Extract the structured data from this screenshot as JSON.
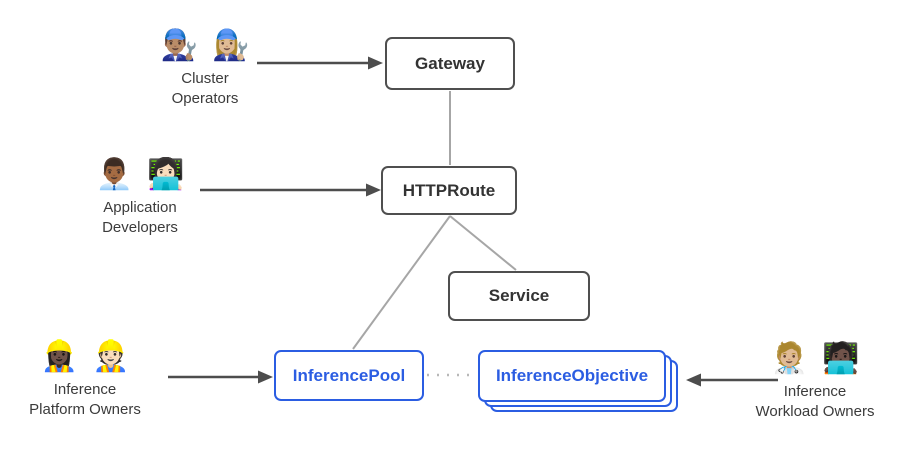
{
  "diagram": {
    "type": "architecture-flowchart",
    "subject": "Gateway API inference extension resource model"
  },
  "personas": {
    "cluster_operators": {
      "emoji": "👨🏽‍🔧 👩🏼‍🔧",
      "line1": "Cluster",
      "line2": "Operators",
      "points_to": "Gateway"
    },
    "application_developers": {
      "emoji": "👨🏾‍💼 👩🏻‍💻",
      "line1": "Application",
      "line2": "Developers",
      "points_to": "HTTPRoute"
    },
    "inference_platform_owners": {
      "emoji": "👷🏿‍♀️ 👷🏻",
      "line1": "Inference",
      "line2": "Platform Owners",
      "points_to": "InferencePool"
    },
    "inference_workload_owners": {
      "emoji": "🧑🏼‍⚕️ 🧑🏿‍💻",
      "line1": "Inference",
      "line2": "Workload Owners",
      "points_to": "InferenceObjective"
    }
  },
  "nodes": {
    "gateway": {
      "label": "Gateway",
      "style": "gray"
    },
    "httproute": {
      "label": "HTTPRoute",
      "style": "gray"
    },
    "service": {
      "label": "Service",
      "style": "gray"
    },
    "inference_pool": {
      "label": "InferencePool",
      "style": "blue"
    },
    "inference_objective": {
      "label": "InferenceObjective",
      "style": "blue",
      "stacked": true
    }
  },
  "edges": [
    {
      "from": "Gateway",
      "to": "HTTPRoute",
      "style": "solid-gray"
    },
    {
      "from": "HTTPRoute",
      "to": "Service",
      "style": "solid-gray"
    },
    {
      "from": "HTTPRoute",
      "to": "InferencePool",
      "style": "solid-gray"
    },
    {
      "from": "InferencePool",
      "to": "InferenceObjective",
      "style": "dotted-gray"
    }
  ],
  "colors": {
    "background": "#ffffff",
    "node_border_gray": "#4f4f4f",
    "node_text_gray": "#333333",
    "node_border_blue": "#2b5de2",
    "node_text_blue": "#2b5de2",
    "arrow": "#4d4d4d",
    "connector": "#a6a6a6",
    "dotted": "#b8b8b8",
    "persona_text": "#3b3b3b"
  }
}
